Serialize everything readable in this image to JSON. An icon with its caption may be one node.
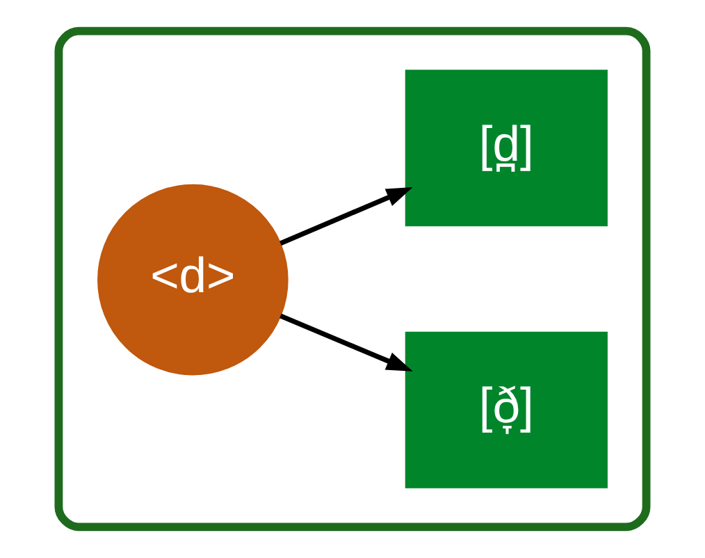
{
  "diagram": {
    "nodes": [
      {
        "text": [],
        "shape": "box"
      },
      {
        "text": [
          "<d>"
        ],
        "in": 0
      },
      {
        "text": [
          "[d̪]"
        ],
        "in": 0
      },
      {
        "text": [
          "[ð̞]"
        ],
        "in": 0
      }
    ],
    "edges": [
      {
        "from": 1,
        "to": 2,
        "arrow": "to"
      },
      {
        "from": 1,
        "to": 3,
        "arrow": "to"
      }
    ]
  }
}
